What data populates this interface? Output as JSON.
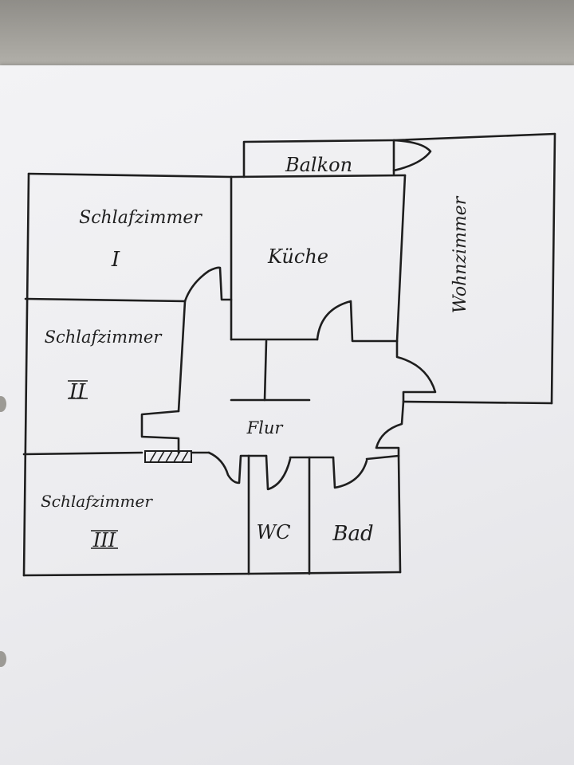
{
  "floorplan": {
    "rooms": {
      "balkon": "Balkon",
      "schlafzimmer_1": "Schlafzimmer",
      "schlafzimmer_1_num": "I",
      "kueche": "Küche",
      "wohnzimmer": "Wohnzimmer",
      "schlafzimmer_2": "Schlafzimmer",
      "schlafzimmer_2_num": "II",
      "flur": "Flur",
      "schlafzimmer_3": "Schlafzimmer",
      "schlafzimmer_3_num": "III",
      "wc": "WC",
      "bad": "Bad"
    },
    "ink_color": "#1e1e1e"
  }
}
